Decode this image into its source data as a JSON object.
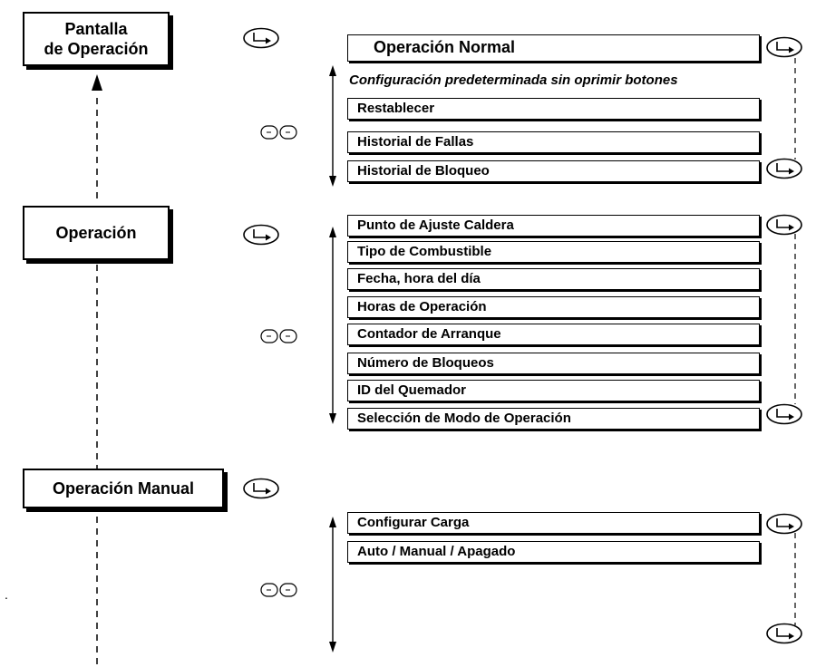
{
  "main_menu": [
    {
      "line1": "Pantalla",
      "line2": "de Operación"
    },
    {
      "line1": "Operación",
      "line2": ""
    },
    {
      "line1": "Operación Manual",
      "line2": ""
    }
  ],
  "section1": {
    "header": "Operación Normal",
    "note": "Configuración predeterminada sin oprimir botones",
    "items": [
      "Restablecer",
      "Historial de Fallas",
      "Historial de Bloqueo"
    ]
  },
  "section2": {
    "items": [
      "Punto de Ajuste Caldera",
      "Tipo de Combustible",
      "Fecha, hora del día",
      "Horas de Operación",
      "Contador de Arranque",
      "Número de Bloqueos",
      "ID del Quemador",
      "Selección de Modo de Operación"
    ]
  },
  "section3": {
    "items": [
      "Configurar Carga",
      "Auto / Manual / Apagado"
    ]
  },
  "stray_mark": ".",
  "icons": {
    "enter": "enter-button-icon",
    "scroll": "up-down-buttons-icon"
  }
}
